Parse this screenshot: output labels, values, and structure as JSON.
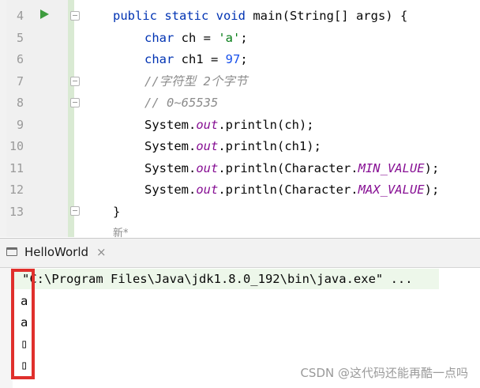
{
  "editor": {
    "lines": [
      {
        "no": "4",
        "a": "public static void ",
        "b": "main(String[] args) {"
      },
      {
        "no": "5",
        "a": "char",
        "b": " ch = ",
        "c": "'a'",
        "d": ";"
      },
      {
        "no": "6",
        "a": "char",
        "b": " ch1 = ",
        "c": "97",
        "d": ";"
      },
      {
        "no": "7",
        "a": "//字符型 2个字节"
      },
      {
        "no": "8",
        "a": "// 0~65535"
      },
      {
        "no": "9",
        "a": "System.",
        "b": "out",
        "c": ".println(ch);"
      },
      {
        "no": "10",
        "a": "System.",
        "b": "out",
        "c": ".println(ch1);"
      },
      {
        "no": "11",
        "a": "System.",
        "b": "out",
        "c": ".println(Character.",
        "d": "MIN_VALUE",
        "e": ");"
      },
      {
        "no": "12",
        "a": "System.",
        "b": "out",
        "c": ".println(Character.",
        "d": "MAX_VALUE",
        "e": ");"
      },
      {
        "no": "13",
        "a": "}"
      }
    ],
    "hint": "新*"
  },
  "run_panel": {
    "tab_label": "HelloWorld",
    "close_glyph": "×",
    "command": "\"C:\\Program Files\\Java\\jdk1.8.0_192\\bin\\java.exe\" ...",
    "output": [
      "a",
      "a",
      "▯",
      "▯"
    ]
  },
  "watermark": "CSDN @这代码还能再酷一点吗",
  "colors": {
    "keyword": "#0033b3",
    "string": "#067d17",
    "number": "#1750eb",
    "comment": "#8c8c8c",
    "field": "#871094",
    "run_icon": "#3e9c3e",
    "highlight_box": "#e0302c"
  },
  "icons": {
    "run": "run-triangle-icon",
    "fold": "fold-marker-icon",
    "console": "console-window-icon",
    "close": "close-icon"
  }
}
